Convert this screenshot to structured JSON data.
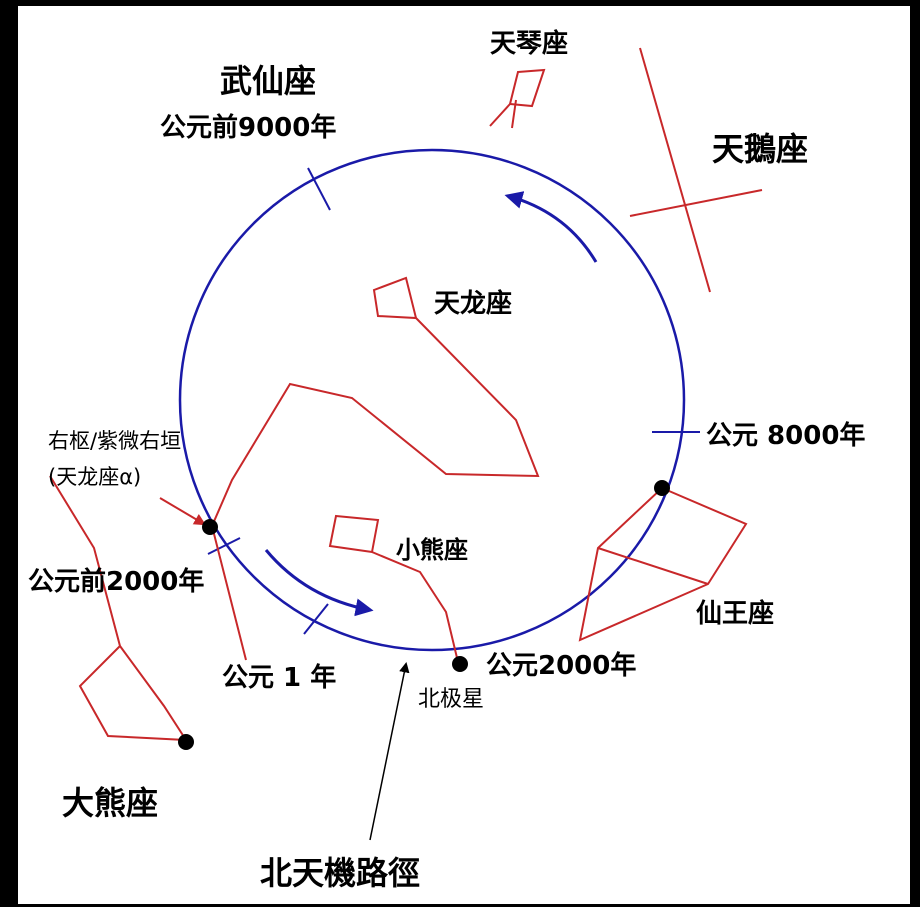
{
  "colors": {
    "background": "#000000",
    "panel": "#ffffff",
    "circle": "#1a1aa8",
    "constellation": "#c8282a",
    "text": "#000000"
  },
  "labels": {
    "wuxian": "武仙座",
    "bc9000": "公元前9000年",
    "tianqin": "天琴座",
    "tiane": "天鵝座",
    "tianlong": "天龙座",
    "ad8000": "公元 8000年",
    "youshu_line1": "右枢/紫微右垣",
    "youshu_line2": "(天龙座α)",
    "xiaoxiong": "小熊座",
    "bc2000": "公元前2000年",
    "xianwang": "仙王座",
    "ad1": "公元 1 年",
    "ad2000": "公元2000年",
    "beiji": "北极星",
    "daxiong": "大熊座",
    "path": "北天機路徑"
  }
}
